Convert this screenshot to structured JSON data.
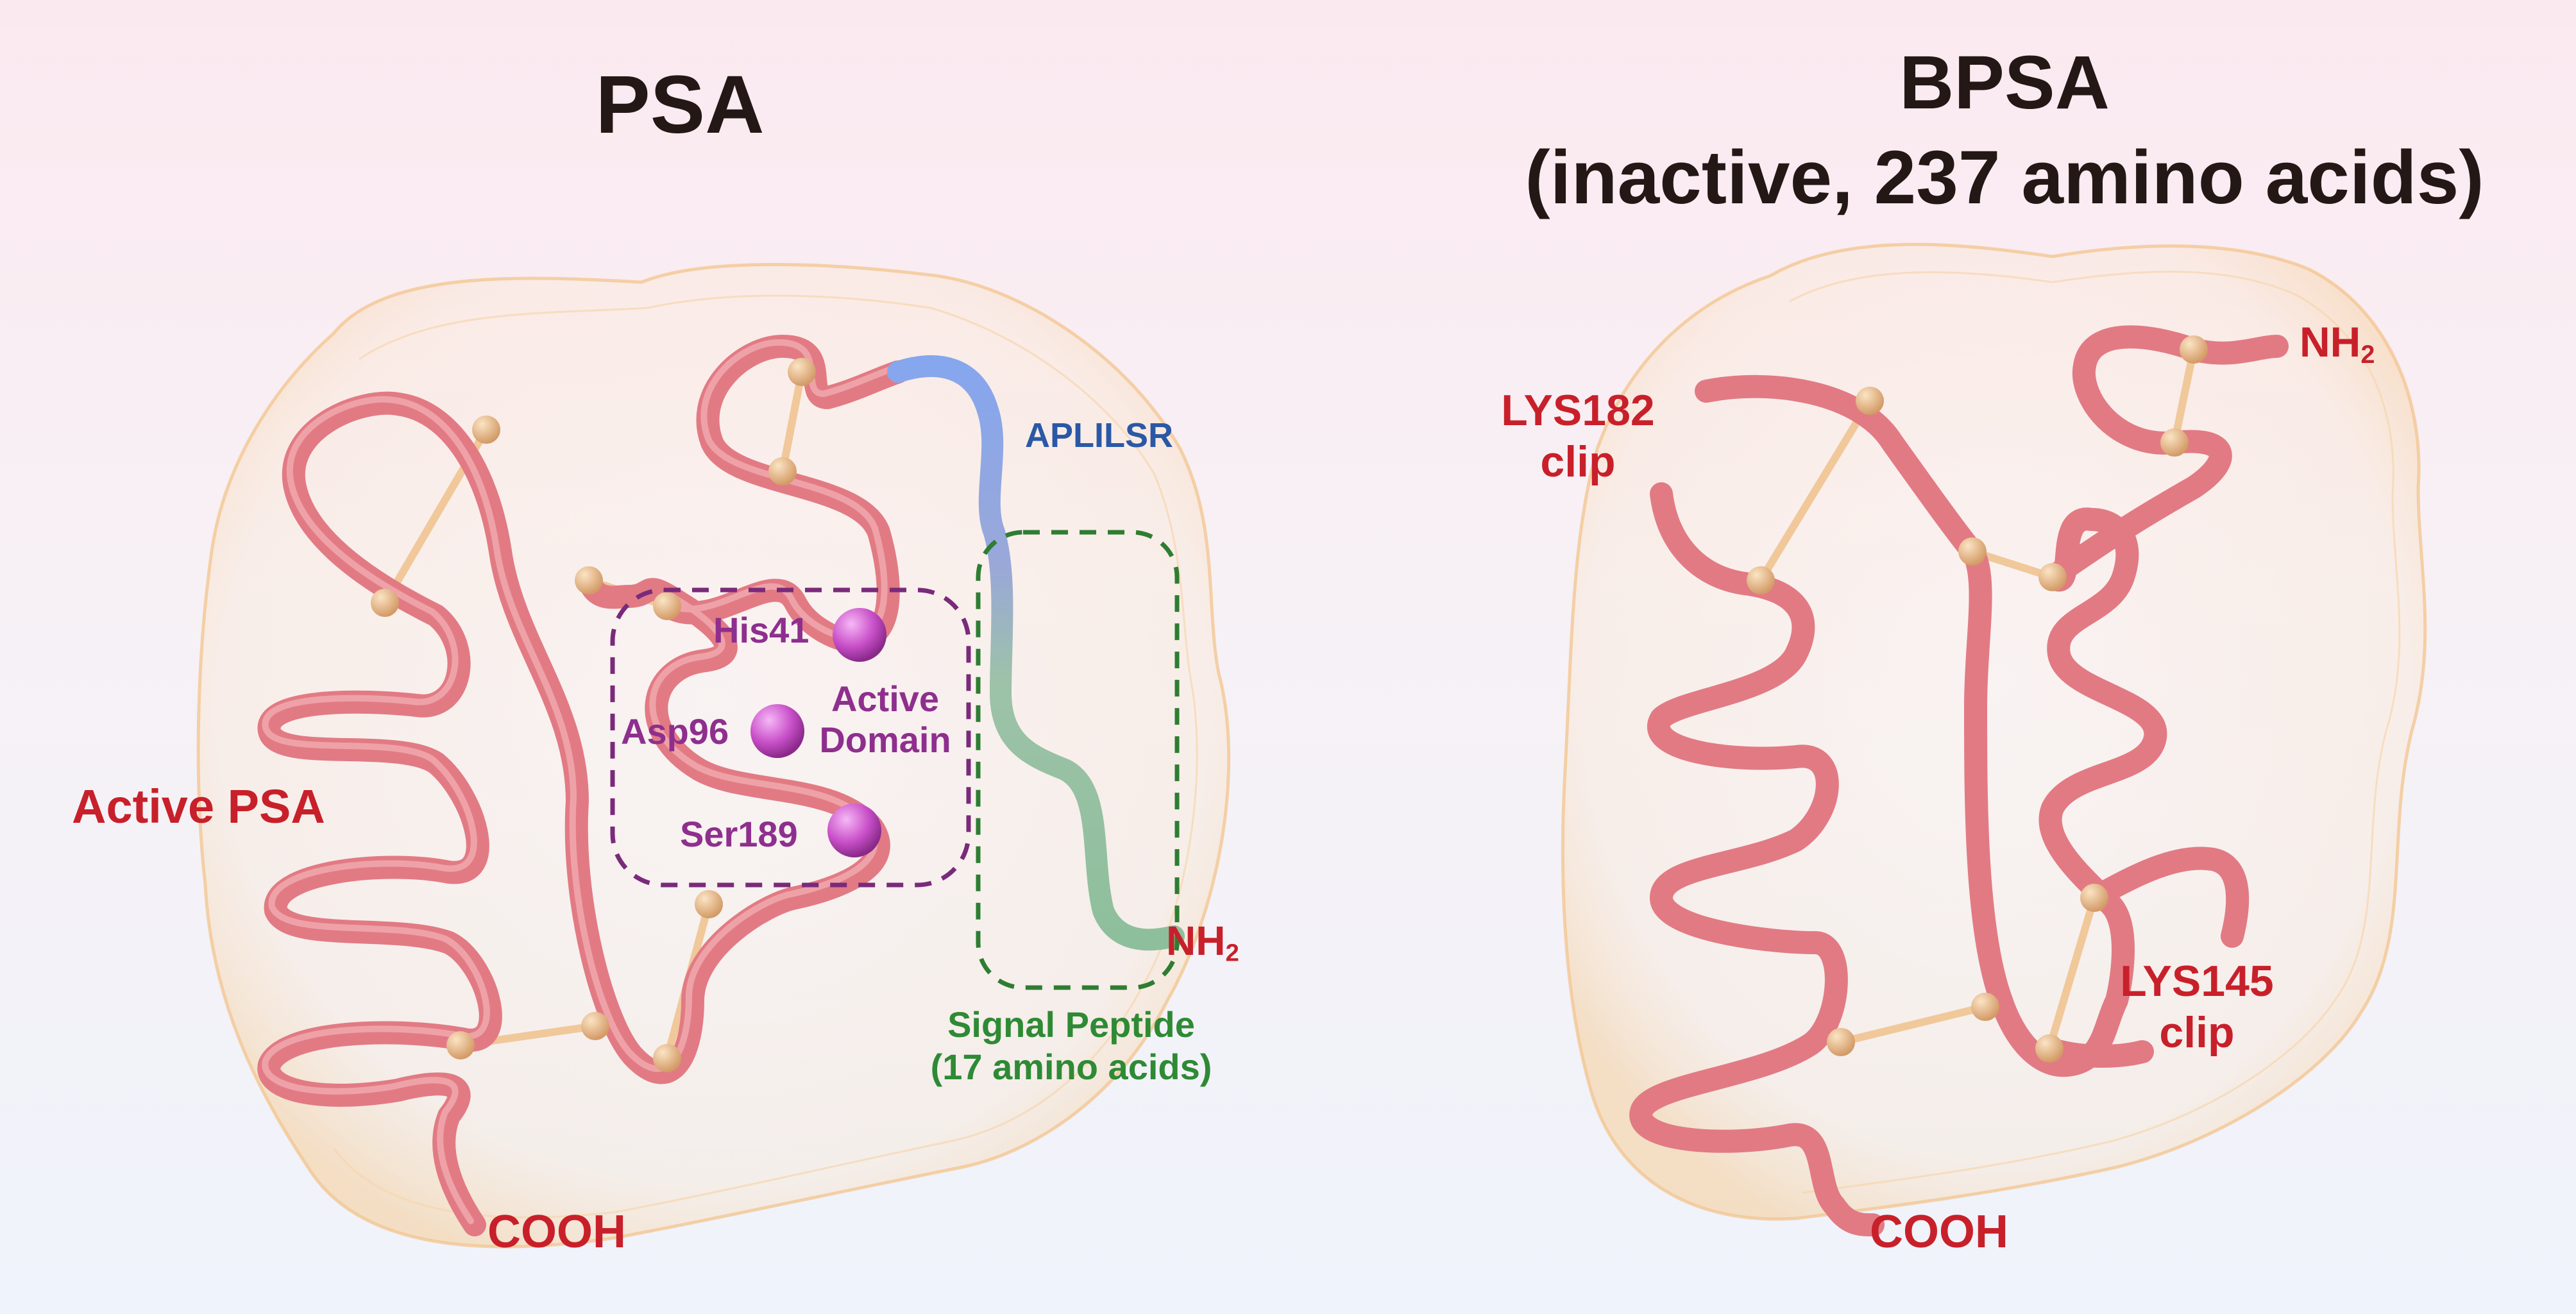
{
  "psa": {
    "title": "PSA",
    "labels": {
      "active_psa": "Active PSA",
      "his": "His41",
      "asp": "Asp96",
      "ser": "Ser189",
      "active_domain_line1": "Active",
      "active_domain_line2": "Domain",
      "aplilsr": "APLILSR",
      "nh": "NH",
      "nh_sub": "2",
      "signal_line1": "Signal Peptide",
      "signal_line2": "(17 amino acids)",
      "cooh": "COOH"
    }
  },
  "bpsa": {
    "title_line1": "BPSA",
    "title_line2": "(inactive, 237 amino acids)",
    "labels": {
      "lys182_line1": "LYS182",
      "lys182_line2": "clip",
      "nh": "NH",
      "nh_sub": "2",
      "lys145_line1": "LYS145",
      "lys145_line2": "clip",
      "cooh": "COOH"
    }
  },
  "colors": {
    "chain": "#e27a84",
    "chain_highlight": "#f4b3b8",
    "bond": "#f0c89a",
    "node": "#e6b98a",
    "residue": "#c84fc8",
    "signal_blue": "#7ea3e6",
    "signal_green": "#8fbf9a",
    "active_box": "#7a2a7a",
    "signal_box": "#2e7d32",
    "red_label": "#c8202a",
    "purple_label": "#8e2f8e",
    "blue_label": "#2b58a6",
    "green_label": "#2e8a34"
  }
}
